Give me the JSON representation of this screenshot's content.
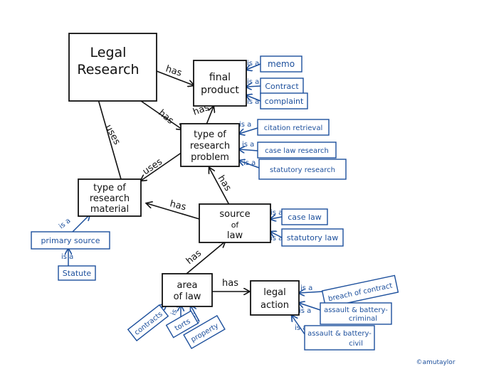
{
  "colors": {
    "ink": "#111111",
    "blue_ink": "#1c4f9c",
    "paper": "#ffffff"
  },
  "credit": "©amutaylor",
  "nodes": {
    "legal_research": [
      "Legal",
      "Research"
    ],
    "final_product": [
      "final",
      "product"
    ],
    "type_of_research_problem": [
      "type of",
      "research",
      "problem"
    ],
    "type_of_research_material": [
      "type of",
      "research",
      "material"
    ],
    "source_of_law": [
      "source",
      "of",
      "law"
    ],
    "area_of_law": [
      "area",
      "of law"
    ],
    "legal_action": [
      "legal",
      "action"
    ]
  },
  "leaves": {
    "memo": "memo",
    "contract": "Contract",
    "complaint": "complaint",
    "citation_retrieval": "citation retrieval",
    "case_law_research": "case law research",
    "statutory_research": "statutory research",
    "primary_source": "primary source",
    "statute": "Statute",
    "case_law": "case law",
    "statutory_law": "statutory law",
    "breach_of_contract": "breach of contract",
    "assault_criminal": [
      "assault & battery-",
      "criminal"
    ],
    "assault_civil": [
      "assault & battery-",
      "civil"
    ],
    "contracts": "contracts",
    "torts": "torts",
    "property": "property"
  },
  "edge_labels": {
    "has": "has",
    "uses": "uses",
    "is_a": "is a"
  }
}
